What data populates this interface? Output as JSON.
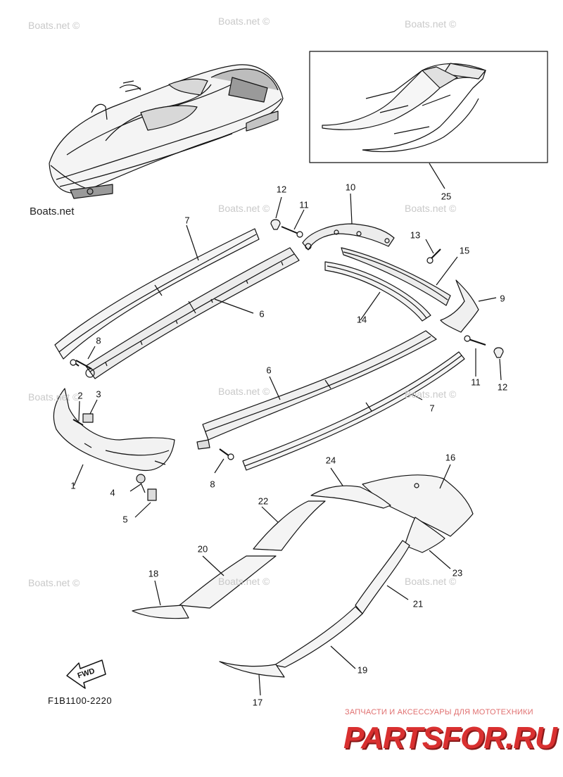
{
  "watermark": {
    "text": "Boats.net ©",
    "text_dark": "Boats.net"
  },
  "callouts": {
    "c1": "1",
    "c2": "2",
    "c3": "3",
    "c4": "4",
    "c5": "5",
    "c6a": "6",
    "c6b": "6",
    "c7a": "7",
    "c7b": "7",
    "c8a": "8",
    "c8b": "8",
    "c9": "9",
    "c10": "10",
    "c11a": "11",
    "c11b": "11",
    "c12a": "12",
    "c12b": "12",
    "c13": "13",
    "c14": "14",
    "c15": "15",
    "c16": "16",
    "c17": "17",
    "c18": "18",
    "c19": "19",
    "c20": "20",
    "c21": "21",
    "c22": "22",
    "c23": "23",
    "c24": "24",
    "c25": "25"
  },
  "fwd_label": "FWD",
  "diagram_code": "F1B1100-2220",
  "brand": {
    "subtitle": "ЗАПЧАСТИ И АКСЕССУАРЫ ДЛЯ МОТОТЕХНИКИ",
    "name": "PARTSFOR.RU"
  },
  "colors": {
    "line": "#111111",
    "fill_light": "#f2f2f2",
    "watermark": "#c9c9c9",
    "brand": "#d93030"
  }
}
